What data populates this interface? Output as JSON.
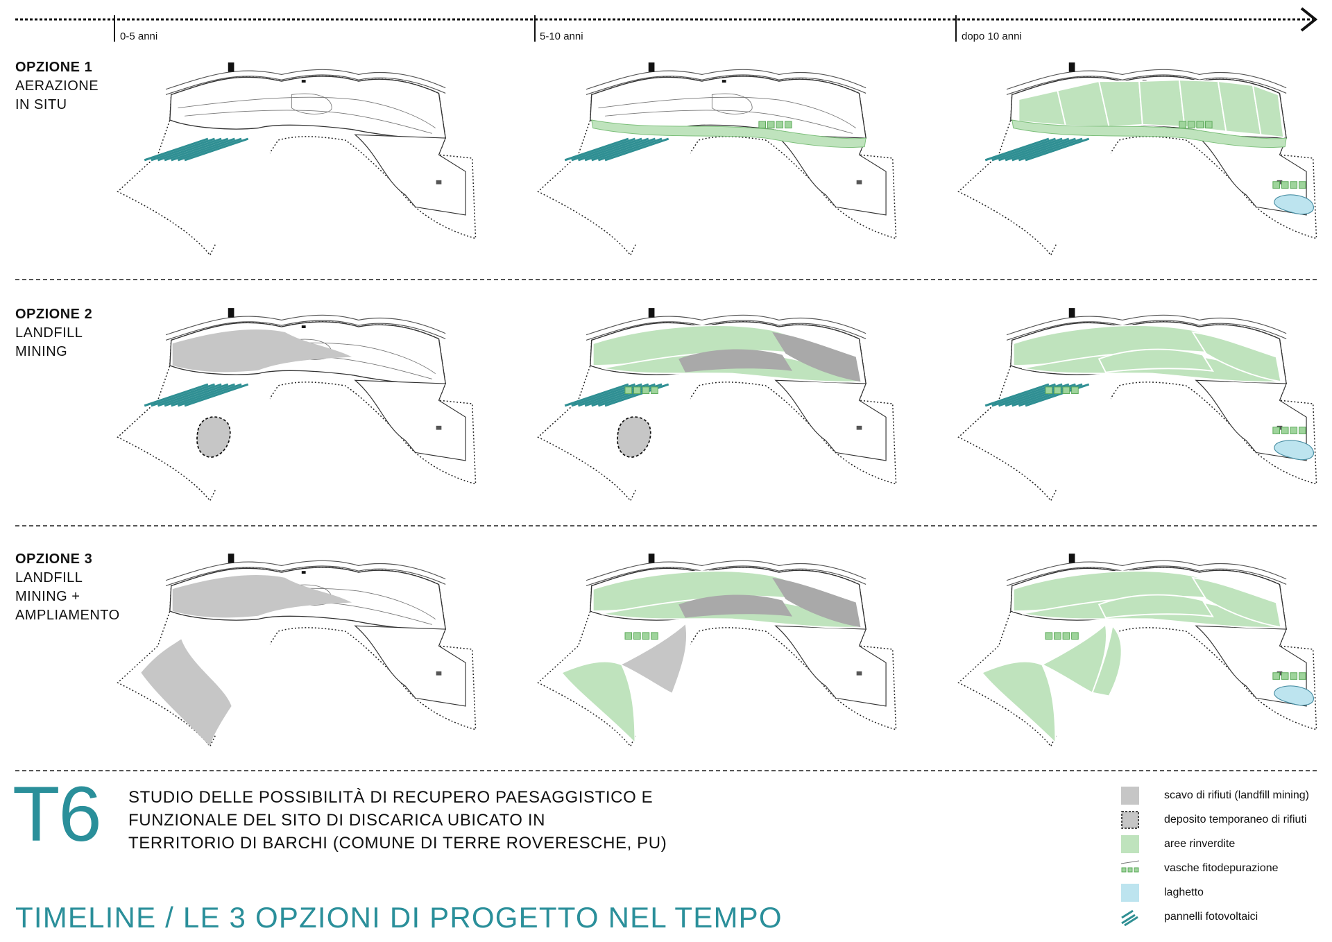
{
  "timeline": {
    "stages": [
      {
        "label": "0-5 anni"
      },
      {
        "label": "5-10 anni"
      },
      {
        "label": "dopo 10 anni"
      }
    ]
  },
  "options": [
    {
      "number": "OPZIONE 1",
      "lines": [
        "AERAZIONE",
        "IN SITU"
      ],
      "stages": [
        {
          "fill": "none",
          "solar": true,
          "basins": "none",
          "pond": false
        },
        {
          "fill": "strip",
          "solar": true,
          "basins": "top",
          "pond": false
        },
        {
          "fill": "upper-green",
          "solar": true,
          "basins": "top-and-pond",
          "pond": true
        }
      ]
    },
    {
      "number": "OPZIONE 2",
      "lines": [
        "LANDFILL",
        "MINING"
      ],
      "stages": [
        {
          "fill": "upper-grey",
          "solar": true,
          "basins": "none",
          "pond": false,
          "deposit": true
        },
        {
          "fill": "upper-mixed",
          "solar": true,
          "basins": "middle",
          "pond": false,
          "deposit": true
        },
        {
          "fill": "upper-green-full",
          "solar": true,
          "basins": "middle-and-pond",
          "pond": true,
          "deposit": false
        }
      ]
    },
    {
      "number": "OPZIONE 3",
      "lines": [
        "LANDFILL",
        "MINING +",
        "AMPLIAMENTO"
      ],
      "stages": [
        {
          "fill": "upper-grey-lower-grey",
          "solar": false,
          "basins": "none",
          "pond": false
        },
        {
          "fill": "upper-mixed-lower-mixed",
          "solar": false,
          "basins": "middle",
          "pond": false
        },
        {
          "fill": "all-green",
          "solar": false,
          "basins": "middle-and-pond",
          "pond": true
        }
      ]
    }
  ],
  "project": {
    "code": "T6",
    "title_lines": [
      "STUDIO DELLE POSSIBILITÀ DI RECUPERO PAESAGGISTICO E",
      "FUNZIONALE DEL SITO DI DISCARICA UBICATO IN",
      "TERRITORIO DI BARCHI (COMUNE DI TERRE ROVERESCHE, PU)"
    ],
    "subtitle": "TIMELINE / LE 3 OPZIONI DI PROGETTO NEL TEMPO"
  },
  "legend": [
    {
      "label": "scavo di rifiuti (landfill mining)",
      "swatch": "grey"
    },
    {
      "label": "deposito temporaneo di rifiuti",
      "swatch": "grey-dashed"
    },
    {
      "label": "aree rinverdite",
      "swatch": "green"
    },
    {
      "label": "vasche fitodepurazione",
      "swatch": "basins"
    },
    {
      "label": "laghetto",
      "swatch": "blue"
    },
    {
      "label": "pannelli fotovoltaici",
      "swatch": "solar"
    }
  ],
  "colors": {
    "accent": "#2a8f9a",
    "green": "#bfe3bd",
    "green_stroke": "#7cbf7a",
    "grey": "#c6c6c6",
    "grey_dark": "#a9a9a9",
    "water": "#bde4ef",
    "solar": "#2f8f93",
    "outline": "#333333"
  }
}
